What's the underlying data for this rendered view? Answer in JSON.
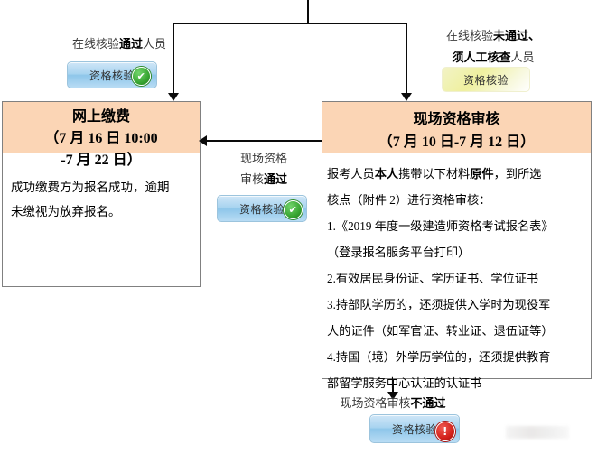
{
  "diagram": {
    "title": "资格审核流程图",
    "accent_header_bg": "#FBD5B5",
    "line_color": "#0A0A0A",
    "button_blue": "#A9D4F0",
    "button_yellow": "#EFF09F",
    "badge_ok_color": "#38A532",
    "badge_error_color": "#D3211B"
  },
  "labels": {
    "online_pass": {
      "line1_normal": "在线核验",
      "line1_bold": "通过",
      "line1_tail": "人员"
    },
    "online_fail": {
      "line1_normal": "在线核验",
      "line1_bold": "未通过、",
      "line2_bold": "须人工核查",
      "line2_tail": "人员"
    },
    "onsite_pass": {
      "line1": "现场资格",
      "line2_normal": "审核",
      "line2_bold": "通过"
    },
    "onsite_fail": {
      "line1_normal": "现场资格审核",
      "line1_bold": "不通过"
    }
  },
  "buttons": {
    "verify_pass_top": {
      "label": "资格核验",
      "badge": "✔",
      "badge_kind": "ok",
      "style": "blue"
    },
    "verify_manual": {
      "label": "资格核验",
      "badge": "",
      "badge_kind": "none",
      "style": "yellow"
    },
    "verify_pass_mid": {
      "label": "资格核验",
      "badge": "✔",
      "badge_kind": "ok",
      "style": "blue"
    },
    "verify_fail_bottom": {
      "label": "资格核验",
      "badge": "!",
      "badge_kind": "error",
      "style": "blue"
    }
  },
  "boxes": {
    "online_payment": {
      "head_line1": "网上缴费",
      "head_line2": "（7 月 16 日 10:00",
      "head_line3": "-7 月 22 日）",
      "body": [
        "成功缴费方为报名成功，逾期",
        "未缴视为放弃报名。"
      ]
    },
    "onsite_review": {
      "head_line1": "现场资格审核",
      "head_line2": "（7 月 10 日-7 月 12 日）",
      "body_rich": [
        [
          {
            "t": "报考人员",
            "b": false
          },
          {
            "t": "本人",
            "b": true
          },
          {
            "t": "携带以下材料",
            "b": false
          },
          {
            "t": "原件",
            "b": true
          },
          {
            "t": "，到所选",
            "b": false
          }
        ],
        [
          {
            "t": "核点（附件 2）进行资格审核：",
            "b": false
          }
        ],
        [
          {
            "t": "1.《2019 年度一级建造师资格考试报名表》",
            "b": false
          }
        ],
        [
          {
            "t": "（登录报名服务平台打印）",
            "b": false
          }
        ],
        [
          {
            "t": "2.有效居民身份证、学历证书、学位证书",
            "b": false
          }
        ],
        [
          {
            "t": "3.持部队学历的，还须提供入学时为现役军",
            "b": false
          }
        ],
        [
          {
            "t": "人的证件（如军官证、转业证、退伍证等）",
            "b": false
          }
        ],
        [
          {
            "t": "4.持国（境）外学历学位的，还须提供教育",
            "b": false
          }
        ],
        [
          {
            "t": "部留学服务中心认证的认证书",
            "b": false
          }
        ]
      ]
    }
  }
}
